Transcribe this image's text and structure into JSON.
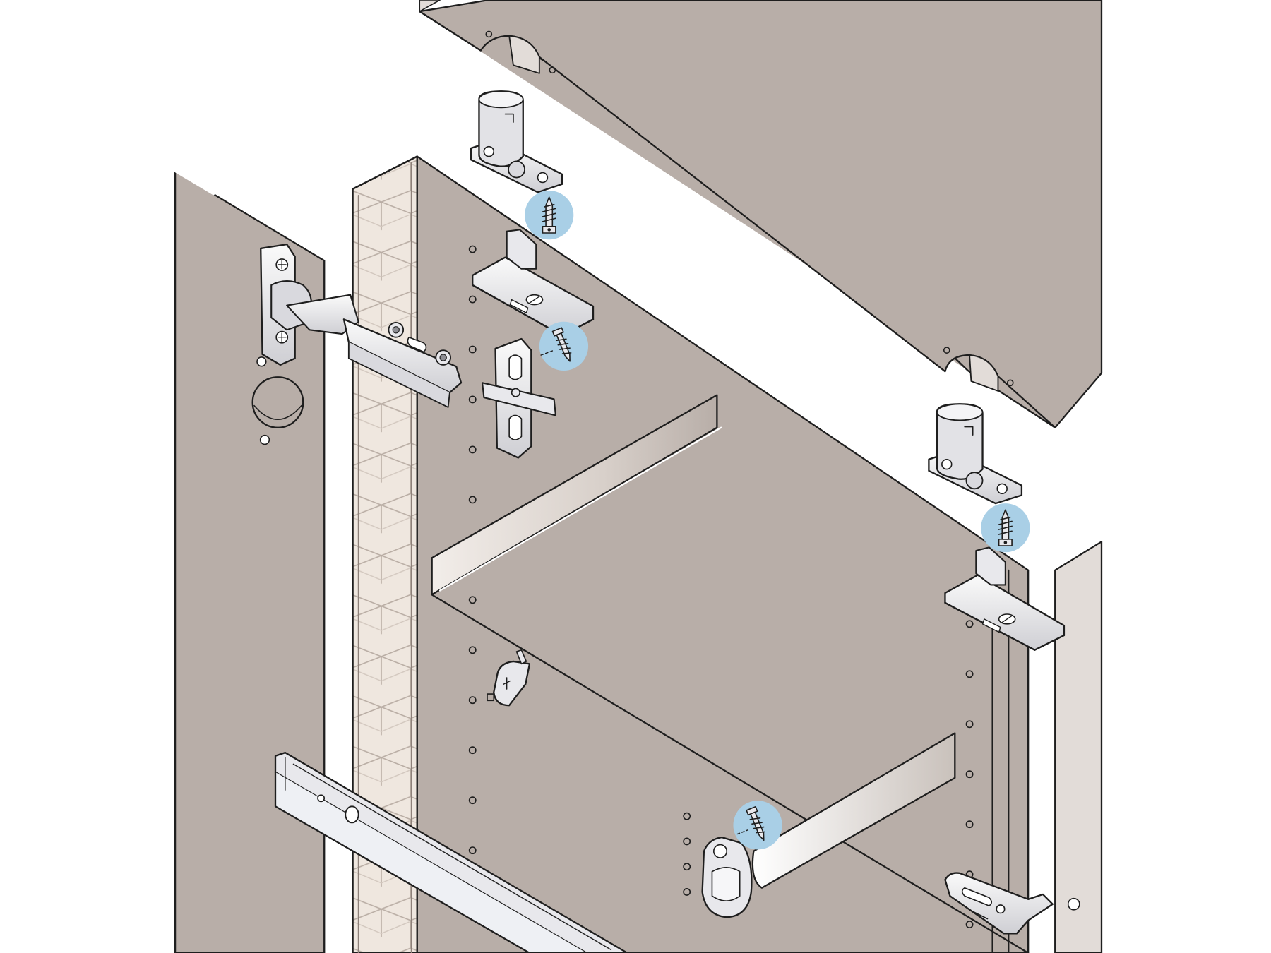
{
  "figure": {
    "kind": "exploded cabinet assembly illustration",
    "text_labels": []
  },
  "parts": [
    {
      "name": "cabinet-top-panel"
    },
    {
      "name": "side-panel-left"
    },
    {
      "name": "door-panel"
    },
    {
      "name": "back-panel"
    },
    {
      "name": "right-panel"
    },
    {
      "name": "shelf"
    },
    {
      "name": "concealed-hinge"
    },
    {
      "name": "hinge-mounting-plate"
    },
    {
      "name": "cam-connector-block"
    },
    {
      "name": "connector-base-plate"
    },
    {
      "name": "wood-screw"
    },
    {
      "name": "shelf-support-pin"
    },
    {
      "name": "clothes-rail-bracket"
    },
    {
      "name": "hanging-rail"
    },
    {
      "name": "drawer-runner"
    },
    {
      "name": "wall-fixing-bracket"
    }
  ],
  "colors": {
    "panel": "#b8aea8",
    "panel_light": "#e2dcd8",
    "edge_core": "#efe7df",
    "metal": "#e8e8ec",
    "screw_highlight": "#a9cfe6",
    "outline": "#1e1e1e",
    "background": "#ffffff"
  }
}
